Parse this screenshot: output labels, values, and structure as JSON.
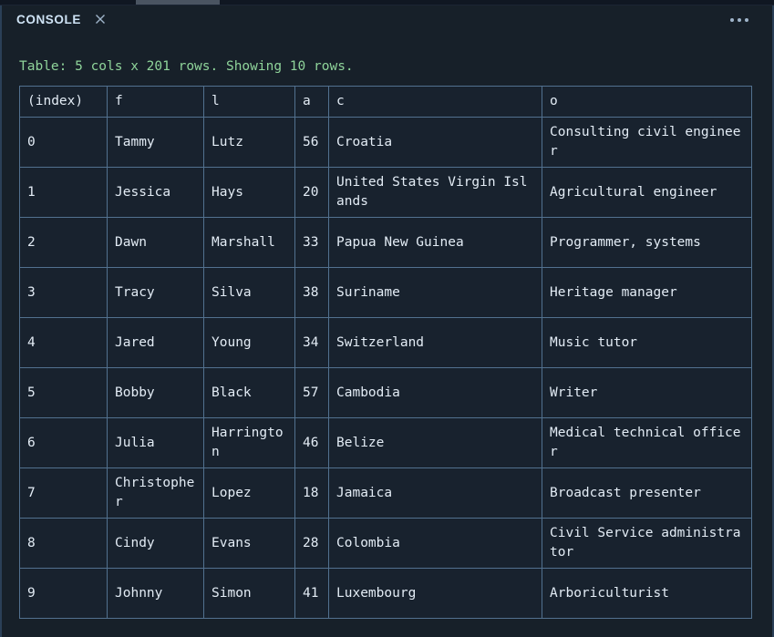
{
  "window": {
    "top_strip": "drawer-tab-strip"
  },
  "panel": {
    "title": "CONSOLE",
    "close_icon": "close-icon",
    "more_icon": "more-options-icon",
    "status": "Table: 5 cols x 201 rows. Showing 10 rows."
  },
  "colors": {
    "panel_background": "#172029",
    "table_background": "#18222e",
    "table_border": "#52718f",
    "status_text": "#8fd49a",
    "title_text": "#cfe3f5",
    "cell_text": "#e3ecf5"
  },
  "table": {
    "columns": [
      "(index)",
      "f",
      "l",
      "a",
      "c",
      "o"
    ],
    "total_cols": 5,
    "total_rows": 201,
    "shown_rows": 10,
    "rows": [
      {
        "index": "0",
        "f": "Tammy",
        "l": "Lutz",
        "a": "56",
        "c": "Croatia",
        "o": "Consulting civil engineer"
      },
      {
        "index": "1",
        "f": "Jessica",
        "l": "Hays",
        "a": "20",
        "c": "United States Virgin Islands",
        "o": "Agricultural engineer"
      },
      {
        "index": "2",
        "f": "Dawn",
        "l": "Marshall",
        "a": "33",
        "c": "Papua New Guinea",
        "o": "Programmer, systems"
      },
      {
        "index": "3",
        "f": "Tracy",
        "l": "Silva",
        "a": "38",
        "c": "Suriname",
        "o": "Heritage manager"
      },
      {
        "index": "4",
        "f": "Jared",
        "l": "Young",
        "a": "34",
        "c": "Switzerland",
        "o": "Music tutor"
      },
      {
        "index": "5",
        "f": "Bobby",
        "l": "Black",
        "a": "57",
        "c": "Cambodia",
        "o": "Writer"
      },
      {
        "index": "6",
        "f": "Julia",
        "l": "Harrington",
        "a": "46",
        "c": "Belize",
        "o": "Medical technical officer"
      },
      {
        "index": "7",
        "f": "Christopher",
        "l": "Lopez",
        "a": "18",
        "c": "Jamaica",
        "o": "Broadcast presenter"
      },
      {
        "index": "8",
        "f": "Cindy",
        "l": "Evans",
        "a": "28",
        "c": "Colombia",
        "o": "Civil Service administrator"
      },
      {
        "index": "9",
        "f": "Johnny",
        "l": "Simon",
        "a": "41",
        "c": "Luxembourg",
        "o": "Arboriculturist"
      }
    ]
  }
}
